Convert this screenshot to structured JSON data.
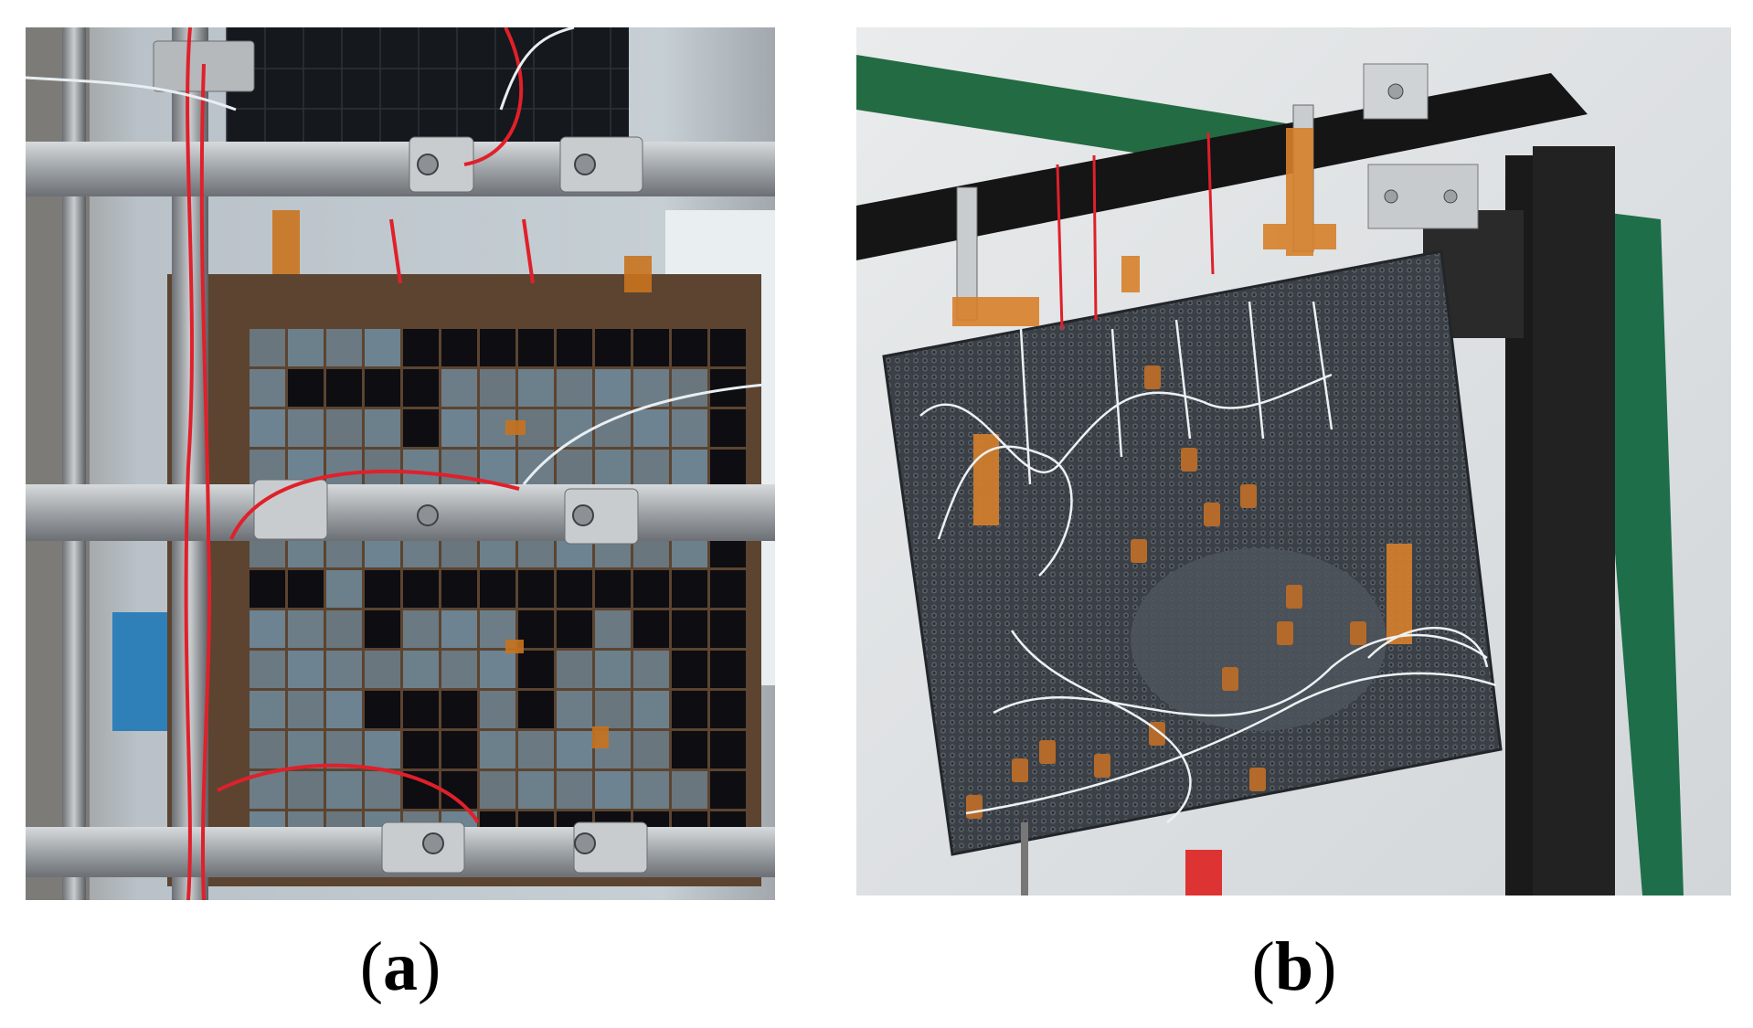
{
  "panels": [
    {
      "id": "a",
      "label": "a",
      "depiction": "solar-array-panel-on-test-rig-photo"
    },
    {
      "id": "b",
      "label": "b",
      "depiction": "honeycomb-panel-with-thermocouples-photo"
    }
  ],
  "colors": {
    "background": "#ffffff",
    "cell_blue": "#6e8797",
    "cell_dark": "#0d0d12",
    "kapton": "#c8731e",
    "wire_red": "#e0202a",
    "frame_black": "#141414",
    "honeycomb": "#3f444a"
  }
}
